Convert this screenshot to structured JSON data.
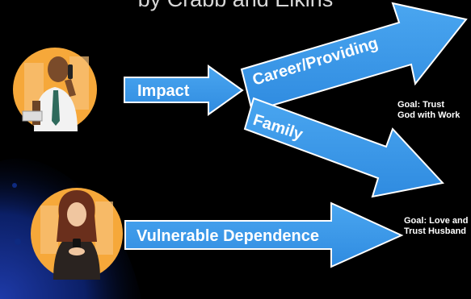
{
  "slide": {
    "title": "by Crabb and Elkins",
    "arrows": {
      "impact": "Impact",
      "career": "Career/Providing",
      "family": "Family",
      "vulnerable": "Vulnerable Dependence"
    },
    "goals": {
      "top": "Goal: Trust God with Work",
      "bottom": "Goal: Love and Trust Husband"
    },
    "colors": {
      "background": "#000000",
      "arrow_fill": "#3d9be9",
      "arrow_border": "#ffffff",
      "avatar_circle": "#f6a83a",
      "corner_glow": "#0b1f66"
    },
    "icons": {
      "man": "businessman-on-phone-icon",
      "woman": "woman-with-phone-icon"
    }
  }
}
